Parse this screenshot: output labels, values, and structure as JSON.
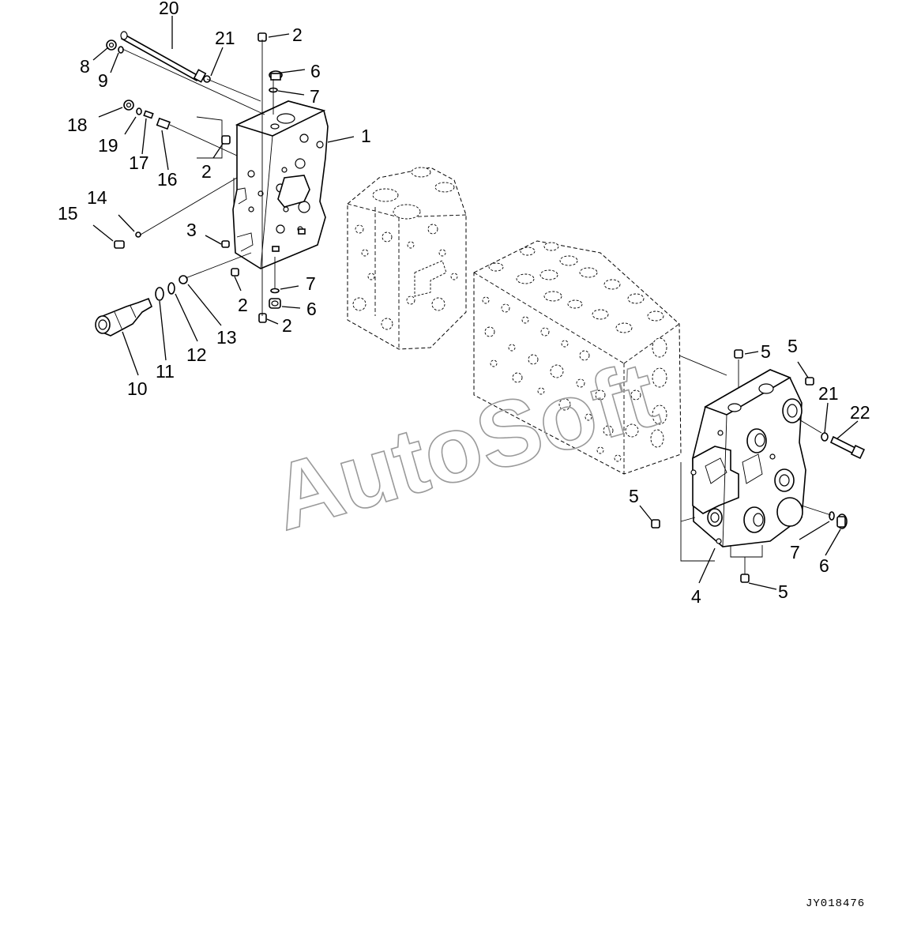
{
  "diagram": {
    "callouts": [
      {
        "id": "c20a",
        "text": "20"
      },
      {
        "id": "c21a",
        "text": "21"
      },
      {
        "id": "c2a",
        "text": "2"
      },
      {
        "id": "c8",
        "text": "8"
      },
      {
        "id": "c9",
        "text": "9"
      },
      {
        "id": "c6a",
        "text": "6"
      },
      {
        "id": "c7a",
        "text": "7"
      },
      {
        "id": "c1",
        "text": "1"
      },
      {
        "id": "c18",
        "text": "18"
      },
      {
        "id": "c19",
        "text": "19"
      },
      {
        "id": "c17",
        "text": "17"
      },
      {
        "id": "c16",
        "text": "16"
      },
      {
        "id": "c2b",
        "text": "2"
      },
      {
        "id": "c14",
        "text": "14"
      },
      {
        "id": "c15",
        "text": "15"
      },
      {
        "id": "c3",
        "text": "3"
      },
      {
        "id": "c2c",
        "text": "2"
      },
      {
        "id": "c7b",
        "text": "7"
      },
      {
        "id": "c6b",
        "text": "6"
      },
      {
        "id": "c2d",
        "text": "2"
      },
      {
        "id": "c13",
        "text": "13"
      },
      {
        "id": "c12",
        "text": "12"
      },
      {
        "id": "c11",
        "text": "11"
      },
      {
        "id": "c10",
        "text": "10"
      },
      {
        "id": "c5a",
        "text": "5"
      },
      {
        "id": "c5b",
        "text": "5"
      },
      {
        "id": "c21b",
        "text": "21"
      },
      {
        "id": "c22",
        "text": "22"
      },
      {
        "id": "c5c",
        "text": "5"
      },
      {
        "id": "c7c",
        "text": "7"
      },
      {
        "id": "c6c",
        "text": "6"
      },
      {
        "id": "c4",
        "text": "4"
      },
      {
        "id": "c5d",
        "text": "5"
      }
    ],
    "watermark": "AutoSoft",
    "drawing_id": "JY018476"
  }
}
